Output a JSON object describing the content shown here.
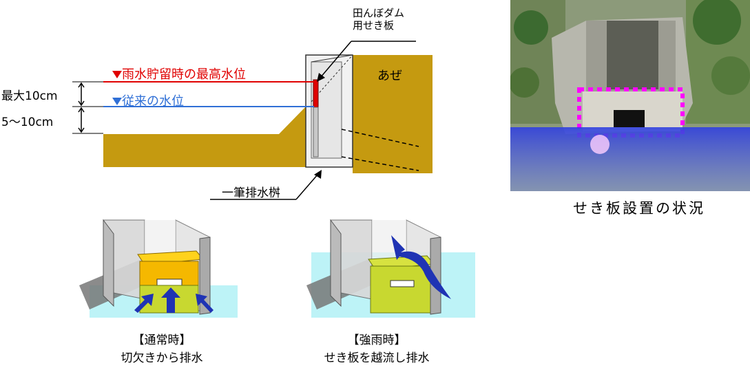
{
  "cross_section": {
    "weir_board_label_line1": "田んぼダム",
    "weir_board_label_line2": "用せき板",
    "levee_label": "あぜ",
    "max_water_level_label": "雨水貯留時の最高水位",
    "previous_water_level_label": "従来の水位",
    "depth_max_label": "最大10cm",
    "depth_normal_label": "5～10cm",
    "drain_box_label": "一筆排水桝"
  },
  "photo": {
    "caption": "せき板設置の状況"
  },
  "normal_case": {
    "caption_line1": "【通常時】",
    "caption_line2": "切欠きから排水"
  },
  "heavy_rain_case": {
    "caption_line1": "【強雨時】",
    "caption_line2": "せき板を越流し排水"
  },
  "colors": {
    "soil": "#c59a10",
    "max_water": "#e00000",
    "previous_water": "#2f6fd6",
    "highlight_frame": "#ff00ff",
    "water_fill": "#b6f2f6",
    "board_yellow": "#f5b800",
    "board_lower": "#c8d830",
    "flow_arrow": "#1f33b4"
  }
}
